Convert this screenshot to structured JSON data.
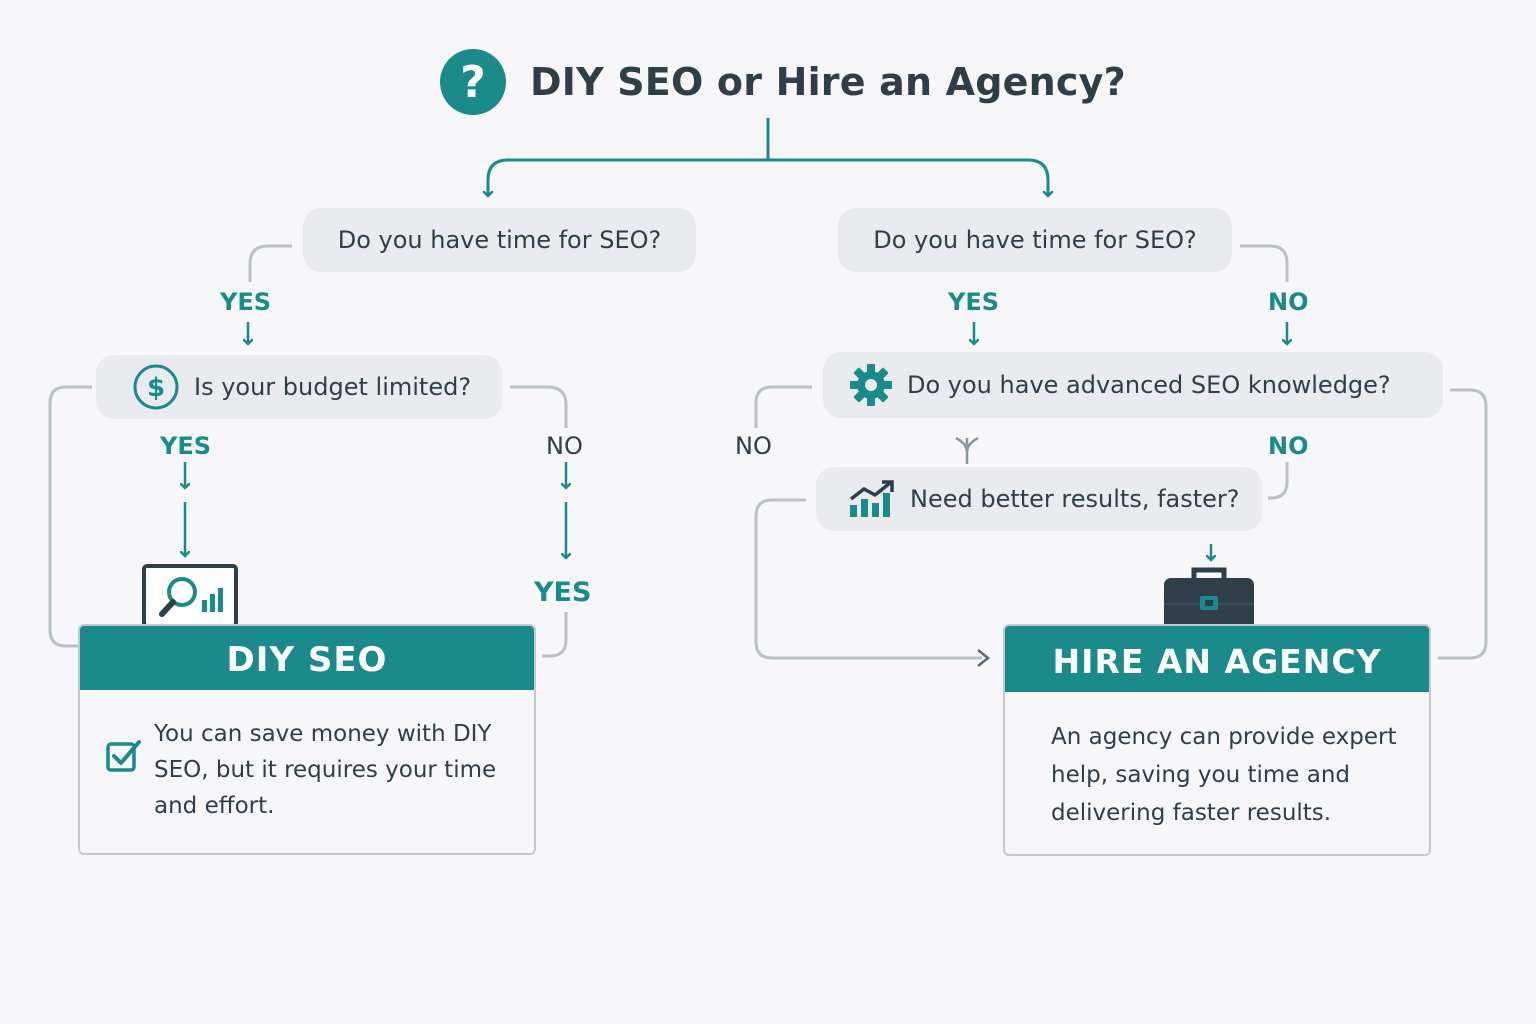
{
  "title": "DIY SEO or Hire an Agency?",
  "icons": {
    "question": "question-icon",
    "dollar": "dollar-icon",
    "gear": "gear-icon",
    "chart": "chart-icon",
    "laptop": "laptop-search-icon",
    "briefcase": "briefcase-icon",
    "check": "checkbox-icon"
  },
  "colors": {
    "accent": "#1b8a8a",
    "text": "#2f3e48",
    "pill": "#e9ebee",
    "line": "#b8c2c8"
  },
  "left": {
    "question_time": "Do you have time for SEO?",
    "yes_time": "YES",
    "question_budget": "Is your budget limited?",
    "yes_budget": "YES",
    "no_budget": "NO",
    "yes_bottom": "YES"
  },
  "right": {
    "question_time": "Do you have time for SEO?",
    "yes_time": "YES",
    "no_time": "NO",
    "question_knowledge": "Do you have advanced SEO knowledge?",
    "no_left": "NO",
    "no_right": "NO",
    "question_results": "Need better results, faster?"
  },
  "diy_card": {
    "heading": "DIY SEO",
    "body": "You can save money with DIY SEO, but it requires your time and effort."
  },
  "agency_card": {
    "heading": "HIRE AN AGENCY",
    "body": "An agency can provide expert help, saving you time and delivering faster results."
  }
}
